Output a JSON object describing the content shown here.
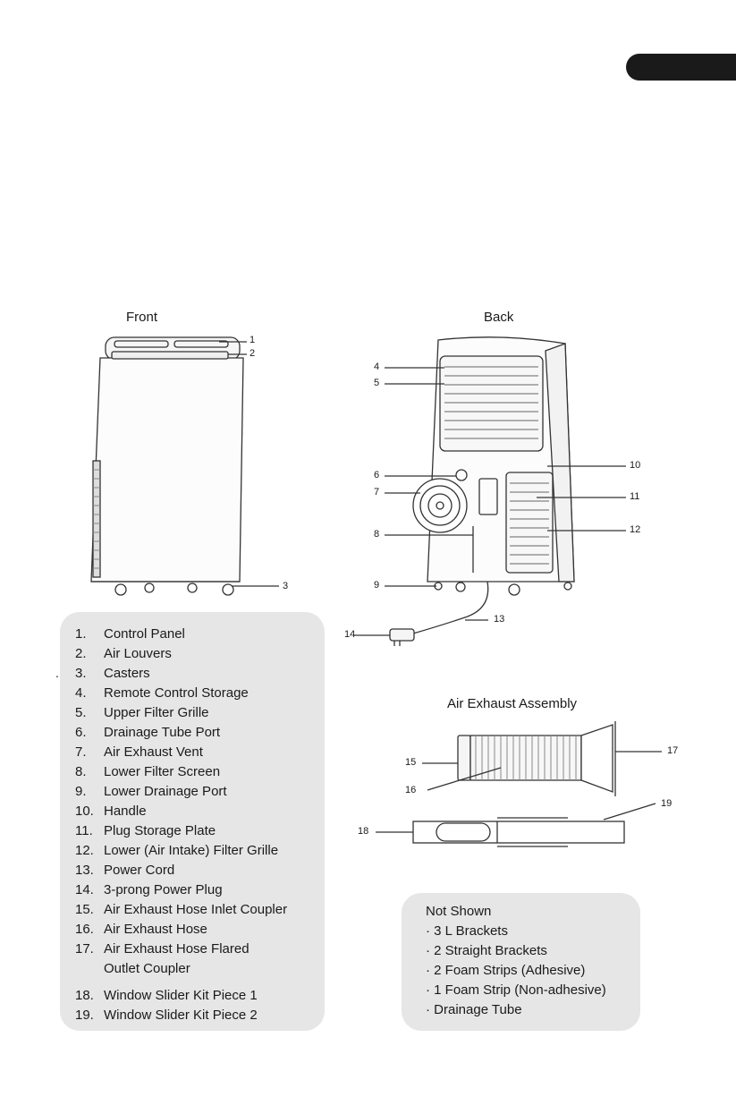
{
  "headings": {
    "front": "Front",
    "back": "Back",
    "exhaust": "Air Exhaust Assembly"
  },
  "callouts": [
    "1",
    "2",
    "3",
    "4",
    "5",
    "6",
    "7",
    "8",
    "9",
    "10",
    "11",
    "12",
    "13",
    "14",
    "15",
    "16",
    "17",
    "18",
    "19"
  ],
  "parts": [
    {
      "num": "1.",
      "label": "Control Panel"
    },
    {
      "num": "2.",
      "label": "Air Louvers"
    },
    {
      "num": "3.",
      "label": "Casters"
    },
    {
      "num": "4.",
      "label": "Remote Control Storage"
    },
    {
      "num": "5.",
      "label": "Upper Filter Grille"
    },
    {
      "num": "6.",
      "label": "Drainage Tube Port"
    },
    {
      "num": "7.",
      "label": "Air Exhaust Vent"
    },
    {
      "num": "8.",
      "label": "Lower Filter Screen"
    },
    {
      "num": "9.",
      "label": "Lower Drainage Port"
    },
    {
      "num": "10.",
      "label": "Handle"
    },
    {
      "num": "11.",
      "label": "Plug Storage Plate"
    },
    {
      "num": "12.",
      "label": "Lower (Air Intake) Filter Grille"
    },
    {
      "num": "13.",
      "label": "Power Cord"
    },
    {
      "num": "14.",
      "label": "3-prong Power Plug"
    },
    {
      "num": "15.",
      "label": "Air Exhaust Hose Inlet Coupler"
    },
    {
      "num": "16.",
      "label": "Air Exhaust Hose"
    },
    {
      "num": "17.",
      "label": "Air Exhaust Hose Flared"
    },
    {
      "num": "",
      "label": "Outlet Coupler"
    },
    {
      "num": "18.",
      "label": "Window Slider Kit Piece 1"
    },
    {
      "num": "19.",
      "label": "Window Slider Kit Piece 2"
    }
  ],
  "not_shown": {
    "title": "Not Shown",
    "items": [
      "· 3 L Brackets",
      "· 2 Straight Brackets",
      "· 2 Foam Strips (Adhesive)",
      "· 1 Foam Strip (Non-adhesive)",
      "· Drainage Tube"
    ]
  },
  "stray_mark": ".",
  "colors": {
    "box_bg": "#e6e6e6",
    "tab": "#1a1a1a",
    "line_art": "#333333"
  }
}
